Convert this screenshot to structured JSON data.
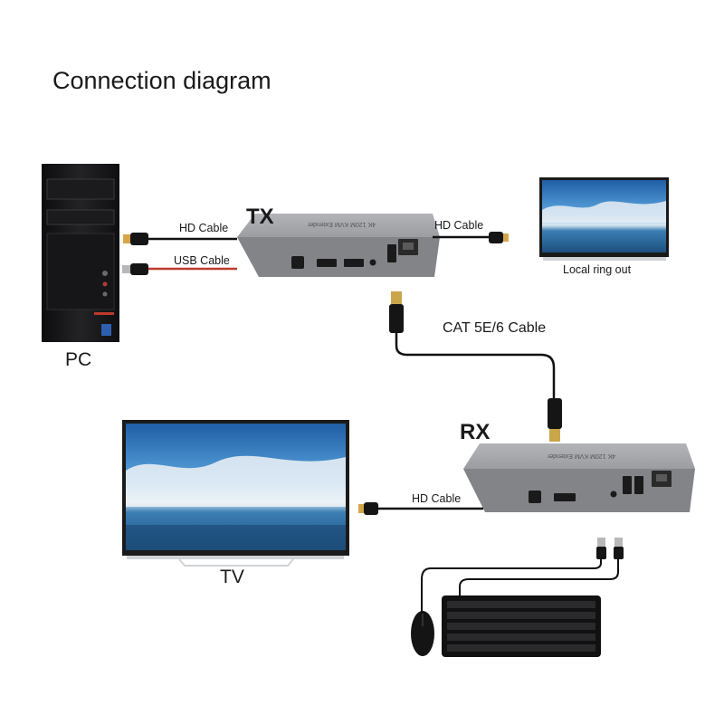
{
  "title": "Connection diagram",
  "devices": {
    "pc": "PC",
    "tx": "TX",
    "rx": "RX",
    "tv": "TV",
    "local_monitor": "Local ring out"
  },
  "cables": {
    "tx_hd_in": "HD Cable",
    "tx_usb": "USB  Cable",
    "tx_hd_out": "HD Cable",
    "cat": "CAT 5E/6 Cable",
    "rx_hd_out": "HD Cable"
  },
  "colors": {
    "device_body": "#8e8f93",
    "device_top": "#a9aaae",
    "cable": "#111111",
    "usb_red": "#c0392b",
    "screen_sky": "#2f7fc4"
  }
}
